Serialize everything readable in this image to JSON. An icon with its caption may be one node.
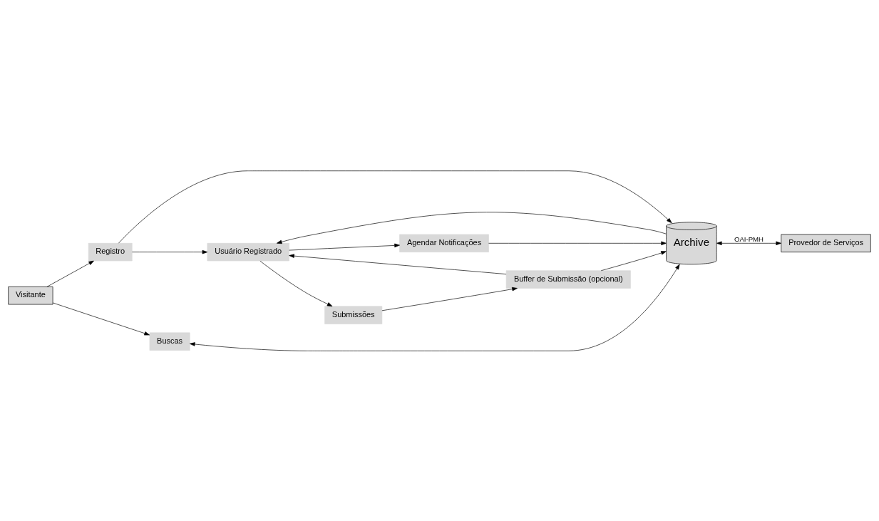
{
  "diagram": {
    "nodes": [
      {
        "text": [
          "Usuário Registrado"
        ]
      },
      {
        "text": [
          "Submissões"
        ]
      },
      {
        "text": [
          "Buffer de Submissão (opcional)"
        ]
      },
      {
        "text": [
          "Agendar Notificações"
        ]
      },
      {
        "text": [
          "Archive"
        ]
      },
      {
        "text": [
          "Provedor de Serviços"
        ]
      },
      {
        "text": [
          "Registro"
        ]
      },
      {
        "text": [
          "Visitante"
        ]
      },
      {
        "text": [
          "Buscas"
        ]
      }
    ],
    "edges": [
      {
        "from": 0,
        "to": 1,
        "arrow": "to"
      },
      {
        "from": 1,
        "to": 2,
        "arrow": "to"
      },
      {
        "from": 2,
        "to": 0,
        "arrow": "to"
      },
      {
        "from": 0,
        "to": 3,
        "arrow": "to"
      },
      {
        "from": 3,
        "to": 4,
        "arrow": "to"
      },
      {
        "from": 2,
        "to": 4,
        "arrow": "to"
      },
      {
        "from": 4,
        "to": 0,
        "arrow": "to"
      },
      {
        "from": 6,
        "to": 0,
        "arrow": "to"
      },
      {
        "from": 6,
        "to": 4,
        "arrow": "to"
      },
      {
        "from": 7,
        "to": 6,
        "arrow": "to"
      },
      {
        "from": 7,
        "to": 8,
        "arrow": "to"
      },
      {
        "from": 8,
        "to": 4,
        "arrow": "both"
      },
      {
        "from": 4,
        "to": 5,
        "label": "OAI-PMH",
        "arrow": "both"
      }
    ]
  }
}
